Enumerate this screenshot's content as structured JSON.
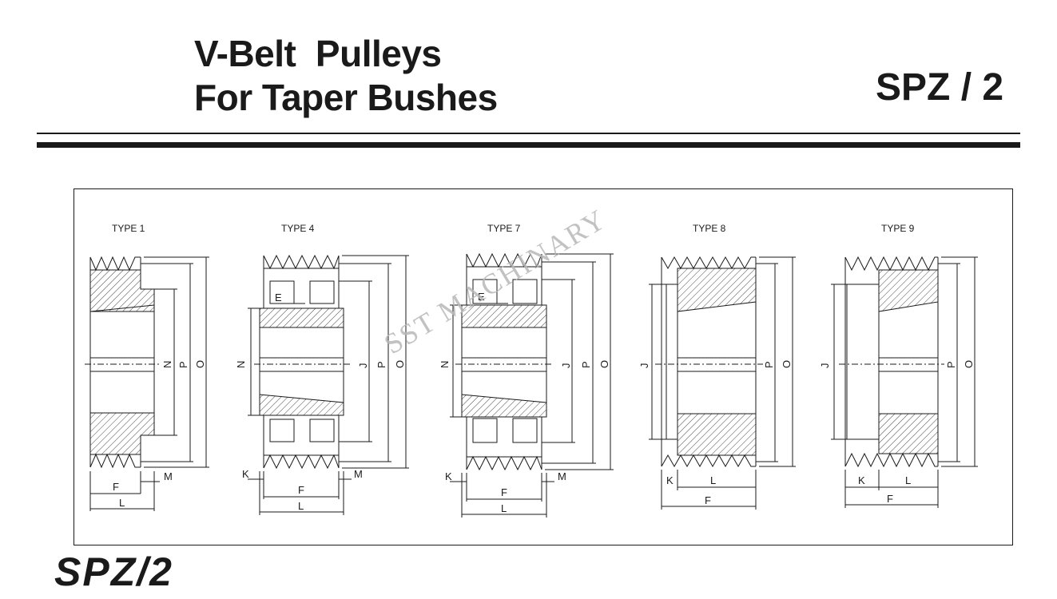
{
  "header": {
    "title_line1": "V-Belt  Pulleys",
    "title_line2": "For Taper Bushes",
    "code": "SPZ / 2"
  },
  "footer": {
    "code": "SPZ/2"
  },
  "watermark": "SST MACHINARY",
  "types": [
    {
      "label": "TYPE 1",
      "dims": [
        "N",
        "P",
        "O",
        "F",
        "L",
        "M"
      ]
    },
    {
      "label": "TYPE 4",
      "dims": [
        "E",
        "N",
        "J",
        "P",
        "O",
        "K",
        "F",
        "L",
        "M"
      ]
    },
    {
      "label": "TYPE 7",
      "dims": [
        "E",
        "N",
        "J",
        "P",
        "O",
        "K",
        "F",
        "L",
        "M"
      ]
    },
    {
      "label": "TYPE 8",
      "dims": [
        "J",
        "P",
        "O",
        "K",
        "L",
        "F"
      ]
    },
    {
      "label": "TYPE 9",
      "dims": [
        "J",
        "P",
        "O",
        "K",
        "L",
        "F"
      ]
    }
  ],
  "colors": {
    "ink": "#1a1a1a",
    "watermark": "#b8b8b8"
  }
}
